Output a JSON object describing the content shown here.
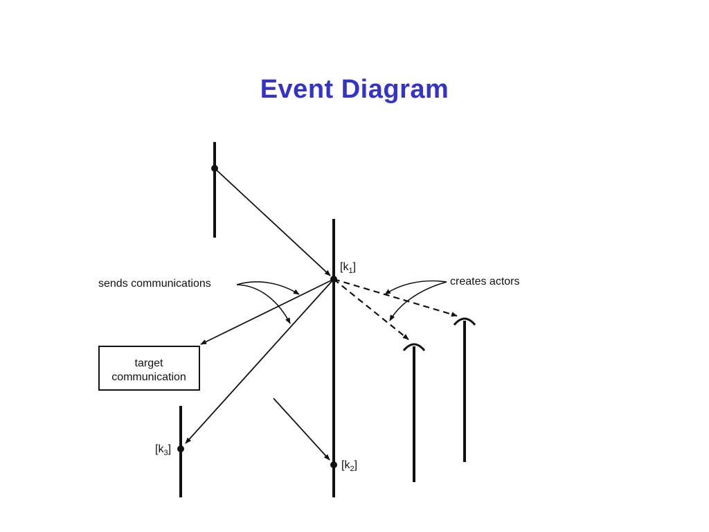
{
  "title": "Event Diagram",
  "labels": {
    "k1": {
      "base": "[k",
      "sub": "1",
      "close": "]"
    },
    "k2": {
      "base": "[k",
      "sub": "2",
      "close": "]"
    },
    "k3": {
      "base": "[k",
      "sub": "3",
      "close": "]"
    },
    "sends": "sends communications",
    "creates": "creates actors",
    "target_line1": "target",
    "target_line2": "communication"
  }
}
